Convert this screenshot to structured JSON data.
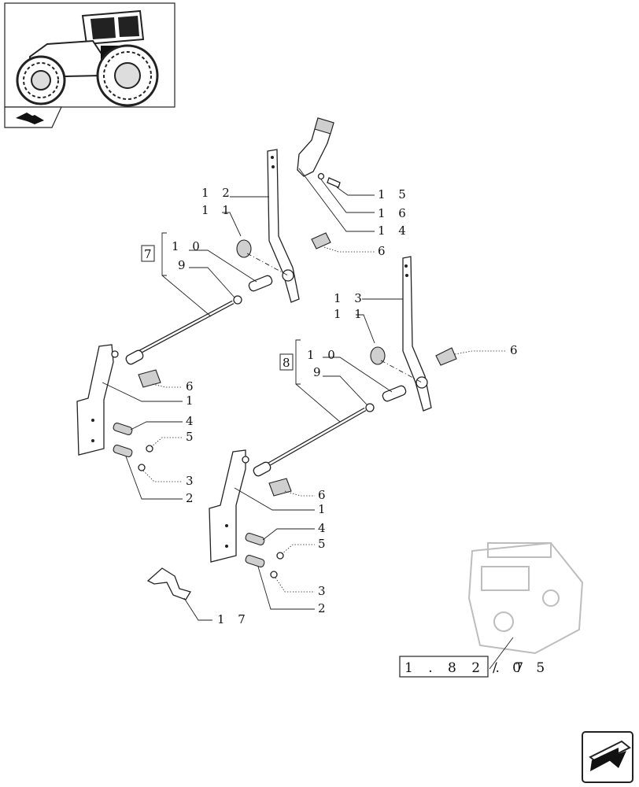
{
  "labels": {
    "l12": "1 2",
    "l11a": "1 1",
    "l10a": "1 0",
    "l9a": "9",
    "l15": "1 5",
    "l16": "1 6",
    "l14": "1 4",
    "l6a": "6",
    "l6b": "6",
    "l1a": "1",
    "l4a": "4",
    "l5a": "5",
    "l3a": "3",
    "l2a": "2",
    "l13": "1 3",
    "l11b": "1 1",
    "l10b": "1 0",
    "l9b": "9",
    "l6c": "6",
    "l6d": "6",
    "l1b": "1",
    "l4b": "4",
    "l5b": "5",
    "l3b": "3",
    "l2b": "2",
    "l17": "1 7",
    "kit7": "7",
    "kit8": "8"
  },
  "reference": {
    "main": "1 . 8 2 . 7",
    "suffix": "/ 0 5"
  },
  "icons": {
    "section_tab": "tractor-icon",
    "next_page": "arrow-icon"
  }
}
